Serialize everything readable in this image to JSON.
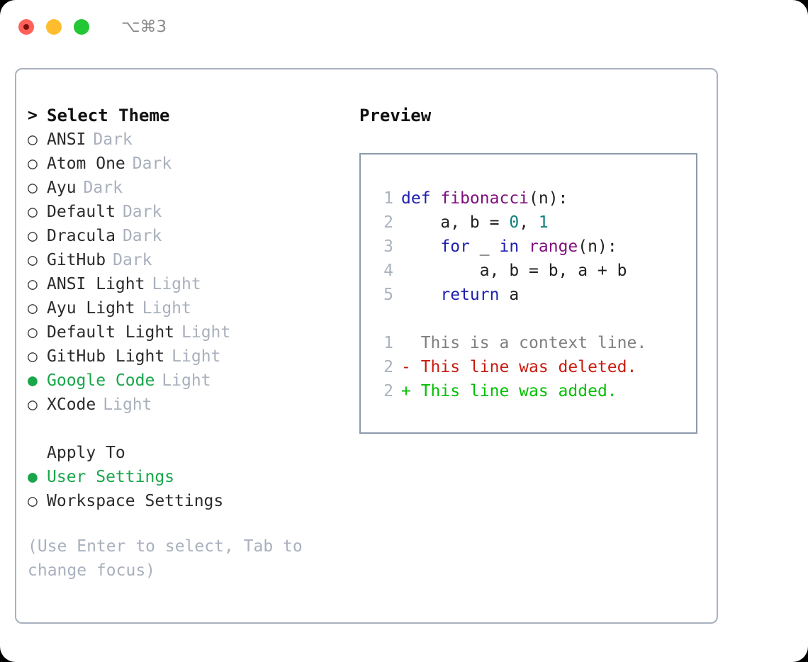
{
  "window": {
    "traffic_lights": [
      "close",
      "minimize",
      "zoom"
    ],
    "shortcut": "⌥⌘3"
  },
  "theme_picker": {
    "header": {
      "marker": ">",
      "label": "Select Theme"
    },
    "items": [
      {
        "marker": "○",
        "label": "ANSI",
        "suffix": "Dark",
        "selected": false
      },
      {
        "marker": "○",
        "label": "Atom One",
        "suffix": "Dark",
        "selected": false
      },
      {
        "marker": "○",
        "label": "Ayu",
        "suffix": "Dark",
        "selected": false
      },
      {
        "marker": "○",
        "label": "Default",
        "suffix": "Dark",
        "selected": false
      },
      {
        "marker": "○",
        "label": "Dracula",
        "suffix": "Dark",
        "selected": false
      },
      {
        "marker": "○",
        "label": "GitHub",
        "suffix": "Dark",
        "selected": false
      },
      {
        "marker": "○",
        "label": "ANSI Light",
        "suffix": "Light",
        "selected": false
      },
      {
        "marker": "○",
        "label": "Ayu Light",
        "suffix": "Light",
        "selected": false
      },
      {
        "marker": "○",
        "label": "Default Light",
        "suffix": "Light",
        "selected": false
      },
      {
        "marker": "○",
        "label": "GitHub Light",
        "suffix": "Light",
        "selected": false
      },
      {
        "marker": "●",
        "label": "Google Code",
        "suffix": "Light",
        "selected": true
      },
      {
        "marker": "○",
        "label": "XCode",
        "suffix": "Light",
        "selected": false
      }
    ]
  },
  "apply_to": {
    "title": "Apply To",
    "items": [
      {
        "marker": "●",
        "label": "User Settings",
        "selected": true
      },
      {
        "marker": "○",
        "label": "Workspace Settings",
        "selected": false
      }
    ]
  },
  "hint": "(Use Enter to select, Tab to change focus)",
  "preview": {
    "title": "Preview",
    "code_lines": [
      {
        "num": "1",
        "tokens": [
          {
            "t": "def ",
            "c": "tok-kw"
          },
          {
            "t": "fibonacci",
            "c": "tok-fn"
          },
          {
            "t": "(n):",
            "c": "tok-pl"
          }
        ]
      },
      {
        "num": "2",
        "tokens": [
          {
            "t": "    a, b = ",
            "c": "tok-pl"
          },
          {
            "t": "0",
            "c": "tok-num"
          },
          {
            "t": ", ",
            "c": "tok-pl"
          },
          {
            "t": "1",
            "c": "tok-num"
          }
        ]
      },
      {
        "num": "3",
        "tokens": [
          {
            "t": "    ",
            "c": "tok-pl"
          },
          {
            "t": "for",
            "c": "tok-kw"
          },
          {
            "t": " _ ",
            "c": "tok-pl"
          },
          {
            "t": "in",
            "c": "tok-kw"
          },
          {
            "t": " ",
            "c": "tok-pl"
          },
          {
            "t": "range",
            "c": "tok-fn"
          },
          {
            "t": "(n):",
            "c": "tok-pl"
          }
        ]
      },
      {
        "num": "4",
        "tokens": [
          {
            "t": "        a, b = b, a + b",
            "c": "tok-pl"
          }
        ]
      },
      {
        "num": "5",
        "tokens": [
          {
            "t": "    ",
            "c": "tok-pl"
          },
          {
            "t": "return",
            "c": "tok-kw"
          },
          {
            "t": " a",
            "c": "tok-pl"
          }
        ]
      }
    ],
    "diff_lines": [
      {
        "num": "1",
        "tokens": [
          {
            "t": "  This is a context line.",
            "c": "tok-ctx"
          }
        ]
      },
      {
        "num": "2",
        "tokens": [
          {
            "t": "- This line was deleted.",
            "c": "tok-del"
          }
        ]
      },
      {
        "num": "2",
        "tokens": [
          {
            "t": "+ This line was added.",
            "c": "tok-add"
          }
        ]
      }
    ]
  },
  "colors": {
    "accent_green": "#19a64a",
    "muted": "#a9b0bd",
    "keyword": "#2020b0",
    "function": "#7e0f7e",
    "number": "#0f7f7f",
    "diff_deleted": "#c91b10",
    "diff_added": "#00c000",
    "panel_border": "#a8b1bf",
    "code_border": "#8d9aad",
    "light_red": "#ff6159",
    "light_yellow": "#ffbd2e",
    "light_green": "#23c634"
  }
}
